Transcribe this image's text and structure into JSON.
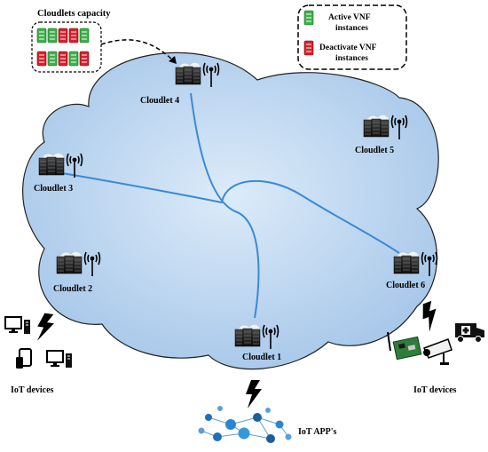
{
  "capacity": {
    "title": "Cloudlets capacity"
  },
  "legend": {
    "active_line1": "Active VNF",
    "active_line2": "instances",
    "deactive_line1": "Deactivate VNF",
    "deactive_line2": "instances",
    "active_color": "#3bb14a",
    "deactive_color": "#d9202a"
  },
  "cloudlets": [
    {
      "name": "Cloudlet 4"
    },
    {
      "name": "Cloudlet 5"
    },
    {
      "name": "Cloudlet 3"
    },
    {
      "name": "Cloudlet 2"
    },
    {
      "name": "Cloudlet 6"
    },
    {
      "name": "Cloudlet 1"
    }
  ],
  "iot_left": {
    "label": "IoT devices"
  },
  "iot_right": {
    "label": "IoT devices"
  },
  "iot_apps": {
    "label": "IoT APP's"
  },
  "colors": {
    "cloud_fill_light": "#d6e7f7",
    "cloud_fill_dark": "#a9c8ea",
    "link_color": "#3a8ad8"
  }
}
